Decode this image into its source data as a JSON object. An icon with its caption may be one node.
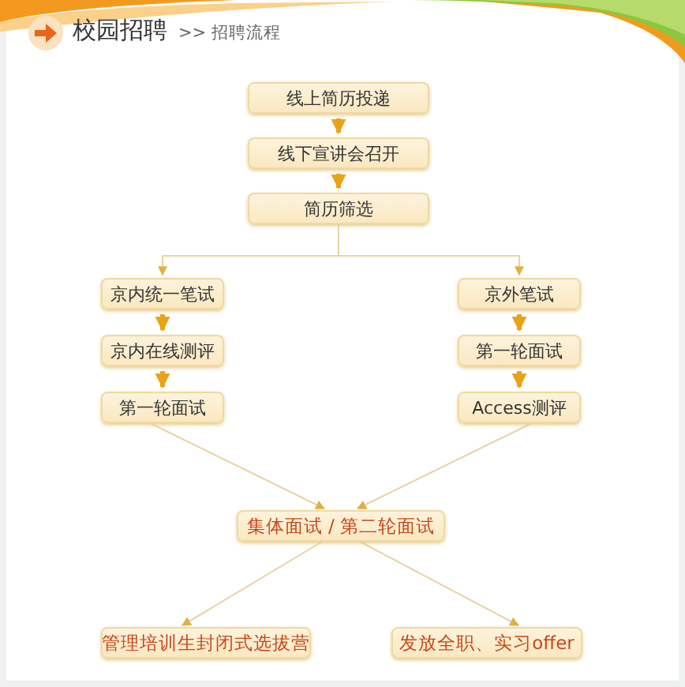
{
  "diagram": {
    "title": "校园招聘",
    "nodes": [
      {
        "text": [
          "线上简历投递"
        ]
      },
      {
        "text": [
          "线下宣讲会召开"
        ]
      },
      {
        "text": [
          "简历筛选"
        ]
      },
      {
        "text": [
          "京内统一笔试"
        ]
      },
      {
        "text": [
          "京内在线测评"
        ]
      },
      {
        "text": [
          "第一轮面试"
        ]
      },
      {
        "text": [
          "京外笔试"
        ]
      },
      {
        "text": [
          "第一轮面试"
        ]
      },
      {
        "text": [
          "Access测评"
        ]
      },
      {
        "text": [
          "集体面试 / 第二轮面试"
        ]
      },
      {
        "text": [
          "管理培训生封闭式选拔营"
        ]
      },
      {
        "text": [
          "发放全职、实习offer"
        ]
      }
    ],
    "edges": [
      {
        "from": 0,
        "to": 1,
        "arrow": "to",
        "style": "thick",
        "color": "#e8a317"
      },
      {
        "from": 1,
        "to": 2,
        "arrow": "to",
        "style": "thick",
        "color": "#e8a317"
      },
      {
        "from": 2,
        "to": 3,
        "arrow": "to",
        "color": "#e8d3a4"
      },
      {
        "from": 2,
        "to": 6,
        "arrow": "to",
        "color": "#e8d3a4"
      },
      {
        "from": 3,
        "to": 4,
        "arrow": "to",
        "style": "thick",
        "color": "#e8a317"
      },
      {
        "from": 4,
        "to": 5,
        "arrow": "to",
        "style": "thick",
        "color": "#e8a317"
      },
      {
        "from": 6,
        "to": 7,
        "arrow": "to",
        "style": "thick",
        "color": "#e8a317"
      },
      {
        "from": 7,
        "to": 8,
        "arrow": "to",
        "style": "thick",
        "color": "#e8a317"
      },
      {
        "from": 5,
        "to": 9,
        "arrow": "to",
        "color": "#e8d3a4"
      },
      {
        "from": 8,
        "to": 9,
        "arrow": "to",
        "color": "#e8d3a4"
      },
      {
        "from": 9,
        "to": 10,
        "arrow": "to",
        "color": "#e8d3a4"
      },
      {
        "from": 9,
        "to": 11,
        "arrow": "to",
        "color": "#e8d3a4"
      }
    ],
    "labels": [
      ">> 招聘流程"
    ]
  }
}
